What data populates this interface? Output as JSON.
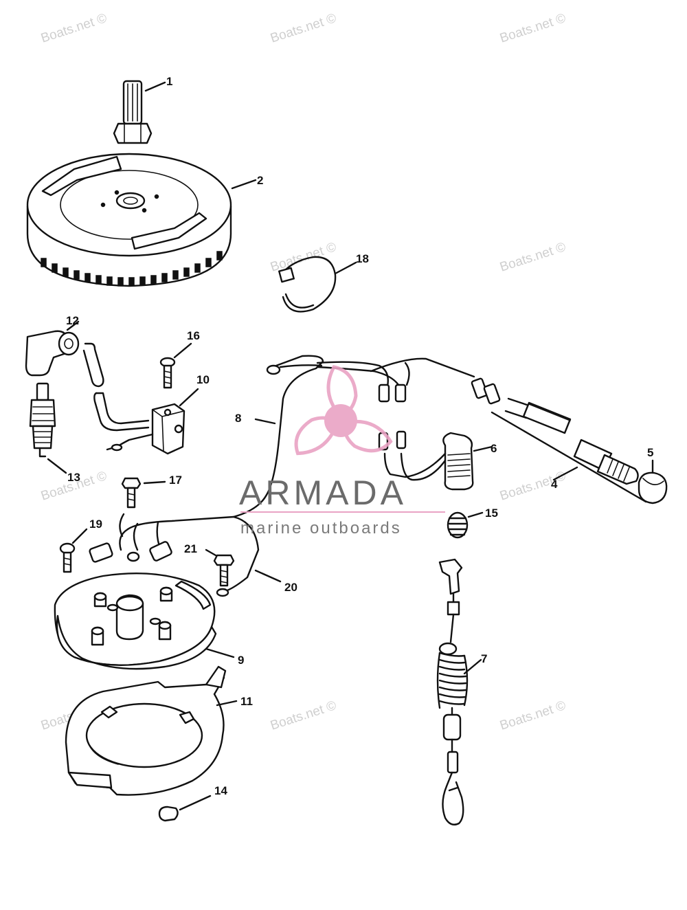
{
  "watermark": {
    "text": "Boats.net ©"
  },
  "brand": {
    "name": "ARMADA",
    "tagline": "marine outboards",
    "logo_color": "#e9a3c4",
    "logo_icon": "propeller-icon"
  },
  "diagram": {
    "type": "exploded-parts-diagram",
    "callouts": [
      "1",
      "2",
      "4",
      "5",
      "6",
      "7",
      "8",
      "9",
      "10",
      "11",
      "12",
      "13",
      "14",
      "15",
      "16",
      "17",
      "18",
      "19",
      "20",
      "21"
    ]
  }
}
